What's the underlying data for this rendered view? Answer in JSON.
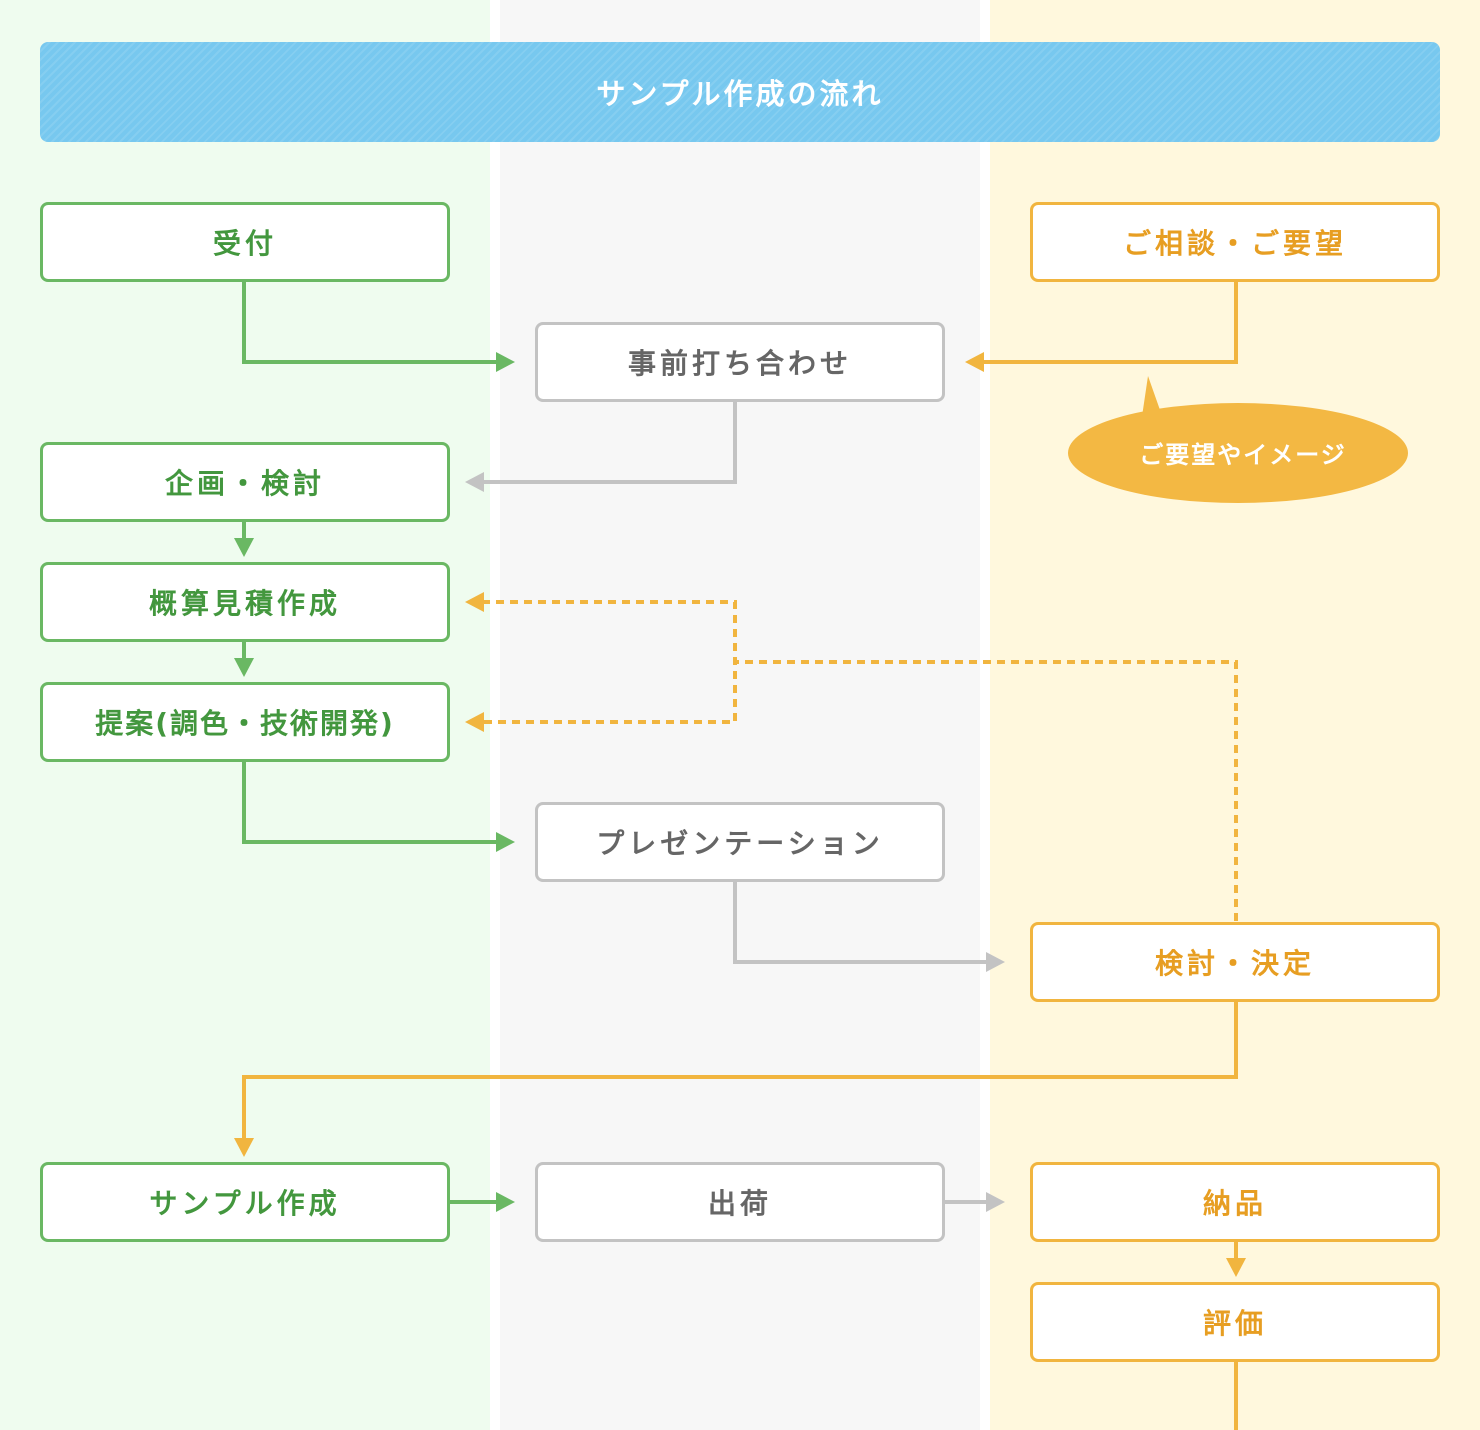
{
  "title": "サンプル作成の流れ",
  "colors": {
    "green": "#6ab863",
    "gray": "#c3c3c3",
    "orange": "#f1b53f",
    "header": "#77c8ef",
    "lane_left": "#effcef",
    "lane_mid": "#f7f7f7",
    "lane_right": "#fff8dd"
  },
  "steps": {
    "reception": "受付",
    "consultation": "ご相談・ご要望",
    "pre_meeting": "事前打ち合わせ",
    "planning": "企画・検討",
    "estimate": "概算見積作成",
    "proposal": "提案(調色・技術開発)",
    "presentation": "プレゼンテーション",
    "decision": "検討・決定",
    "sample_creation": "サンプル作成",
    "shipping": "出荷",
    "delivery": "納品",
    "evaluation": "評価"
  },
  "bubble": {
    "text": "ご要望やイメージ"
  }
}
